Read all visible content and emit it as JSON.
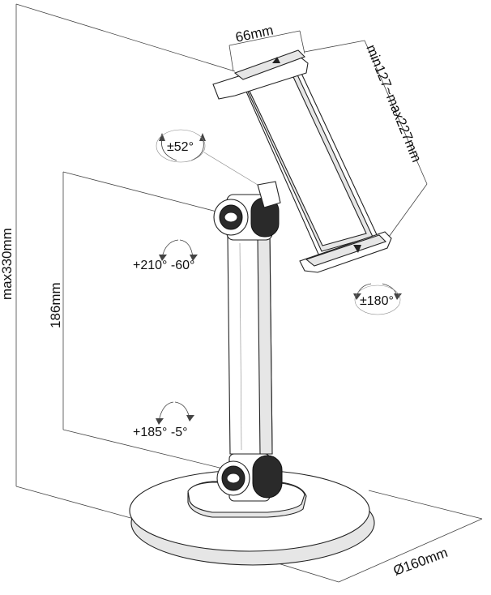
{
  "dimensions": {
    "clamp_width": "66mm",
    "tablet_range": "min127~max227mm",
    "total_height": "max330mm",
    "arm_height": "186mm",
    "base_diameter": "Ø160mm"
  },
  "rotations": {
    "head_tilt": "±52°",
    "upper_joint": "+210° -60°",
    "tablet_spin": "±180°",
    "lower_joint": "+185° -5°"
  }
}
